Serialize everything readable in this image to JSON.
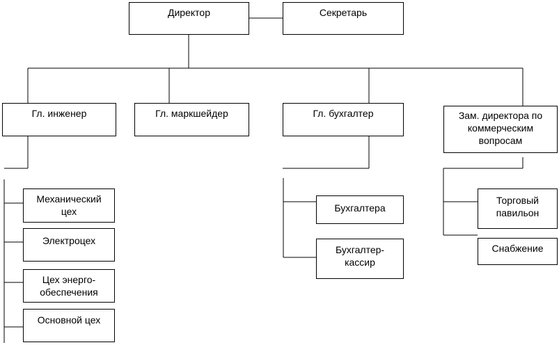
{
  "org": {
    "director": "Директор",
    "secretary": "Секретарь",
    "chief_engineer": "Гл. инженер",
    "chief_surveyor": "Гл. маркшейдер",
    "chief_accountant": "Гл. бухгалтер",
    "deputy_commercial": "Зам. директора по\nкоммерческим\nвопросам",
    "engineering_units": {
      "mechanical": "Механический\nцех",
      "electrical": "Электроцех",
      "energy": "Цех энерго-\nобеспечения",
      "main": "Основной цех"
    },
    "accounting_units": {
      "accountants": "Бухгалтера",
      "cashier": "Бухгалтер-\nкассир"
    },
    "commercial_units": {
      "trade_pavilion": "Торговый\nпавильон",
      "supply": "Снабжение"
    }
  }
}
